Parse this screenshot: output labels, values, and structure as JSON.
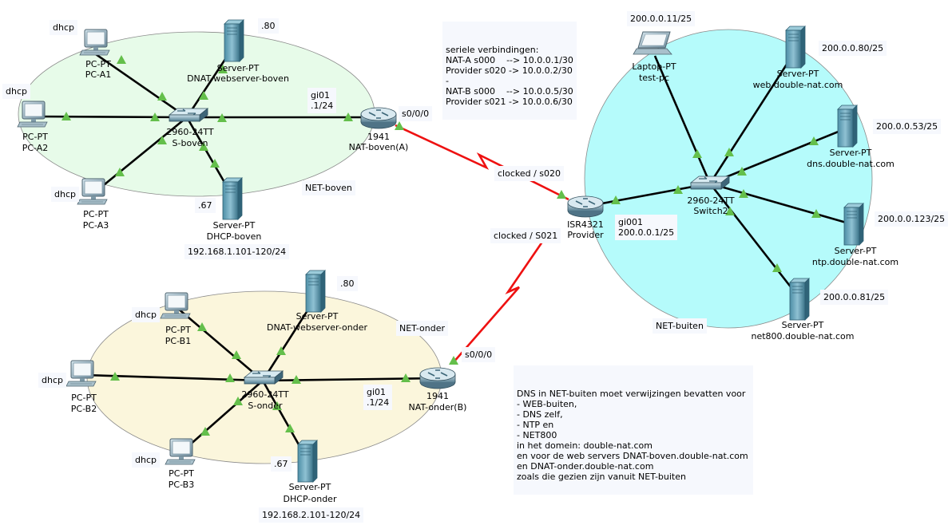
{
  "colors": {
    "net_boven": "#e7fbe9",
    "net_onder": "#fbf6dc",
    "net_buiten": "#b5fbfb",
    "serial_link": "#ee1111",
    "link_up": "#64bf4b",
    "note_bg": "#f6f8fd"
  },
  "areas": {
    "boven": "NET-boven",
    "onder": "NET-onder",
    "buiten": "NET-buiten"
  },
  "devices": {
    "pc_a1": {
      "type": "PC-PT",
      "name": "PC-A1",
      "icon": "pc-icon"
    },
    "pc_a2": {
      "type": "PC-PT",
      "name": "PC-A2",
      "icon": "pc-icon"
    },
    "pc_a3": {
      "type": "PC-PT",
      "name": "PC-A3",
      "icon": "pc-icon"
    },
    "srv_web_boven": {
      "type": "Server-PT",
      "name": "DNAT-webserver-boven",
      "icon": "server-icon"
    },
    "sw_boven": {
      "type": "2960-24TT",
      "name": "S-boven",
      "icon": "switch-icon"
    },
    "srv_dhcp_boven": {
      "type": "Server-PT",
      "name": "DHCP-boven",
      "icon": "server-icon"
    },
    "rtr_boven": {
      "type": "1941",
      "name": "NAT-boven(A)",
      "icon": "router-icon"
    },
    "pc_b1": {
      "type": "PC-PT",
      "name": "PC-B1",
      "icon": "pc-icon"
    },
    "pc_b2": {
      "type": "PC-PT",
      "name": "PC-B2",
      "icon": "pc-icon"
    },
    "pc_b3": {
      "type": "PC-PT",
      "name": "PC-B3",
      "icon": "pc-icon"
    },
    "srv_web_onder": {
      "type": "Server-PT",
      "name": "DNAT-webserver-onder",
      "icon": "server-icon"
    },
    "sw_onder": {
      "type": "2960-24TT",
      "name": "S-onder",
      "icon": "switch-icon"
    },
    "srv_dhcp_onder": {
      "type": "Server-PT",
      "name": "DHCP-onder",
      "icon": "server-icon"
    },
    "rtr_onder": {
      "type": "1941",
      "name": "NAT-onder(B)",
      "icon": "router-icon"
    },
    "rtr_provider": {
      "type": "ISR4321",
      "name": "Provider",
      "icon": "router-icon"
    },
    "sw_buiten": {
      "type": "2960-24TT",
      "name": "Switch2",
      "icon": "switch-icon"
    },
    "laptop": {
      "type": "Laptop-PT",
      "name": "test-pc",
      "icon": "laptop-icon"
    },
    "srv_web": {
      "type": "Server-PT",
      "name": "web.double-nat.com",
      "icon": "server-icon"
    },
    "srv_dns": {
      "type": "Server-PT",
      "name": "dns.double-nat.com",
      "icon": "server-icon"
    },
    "srv_ntp": {
      "type": "Server-PT",
      "name": "ntp.double-nat.com",
      "icon": "server-icon"
    },
    "srv_net800": {
      "type": "Server-PT",
      "name": "net800.double-nat.com",
      "icon": "server-icon"
    }
  },
  "labels": {
    "dhcp_a1": "dhcp",
    "dhcp_a2": "dhcp",
    "dhcp_a3": "dhcp",
    "web_boven_ip": ".80",
    "dhcp_boven_ip": ".67",
    "gi01_boven": [
      "gi01",
      ".1/24"
    ],
    "s000_boven": "s0/0/0",
    "range_boven": "192.168.1.101-120/24",
    "dhcp_b1": "dhcp",
    "dhcp_b2": "dhcp",
    "dhcp_b3": "dhcp",
    "web_onder_ip": ".80",
    "dhcp_onder_ip": ".67",
    "gi01_onder": [
      "gi01",
      ".1/24"
    ],
    "s000_onder": "s0/0/0",
    "range_onder": "192.168.2.101-120/24",
    "clocked_s020": "clocked / s020",
    "clocked_s021": "clocked / S021",
    "gi001_provider": [
      "gi001",
      "200.0.0.1/25"
    ],
    "laptop_ip": "200.0.0.11/25",
    "web_ip": "200.0.0.80/25",
    "dns_ip": "200.0.0.53/25",
    "ntp_ip": "200.0.0.123/25",
    "net800_ip": "200.0.0.81/25"
  },
  "notes": {
    "serial": [
      "seriele verbindingen:",
      "NAT-A s000    --> 10.0.0.1/30",
      "Provider s020 -> 10.0.0.2/30",
      "-",
      "NAT-B s000    --> 10.0.0.5/30",
      "Provider s021 -> 10.0.0.6/30"
    ],
    "dns": [
      "DNS in NET-buiten moet verwijzingen bevatten voor",
      "- WEB-buiten,",
      "- DNS zelf,",
      "- NTP en",
      "- NET800",
      "in het domein: double-nat.com",
      "en voor de web servers DNAT-boven.double-nat.com",
      "en DNAT-onder.double-nat.com",
      "zoals die gezien zijn vanuit NET-buiten"
    ]
  }
}
